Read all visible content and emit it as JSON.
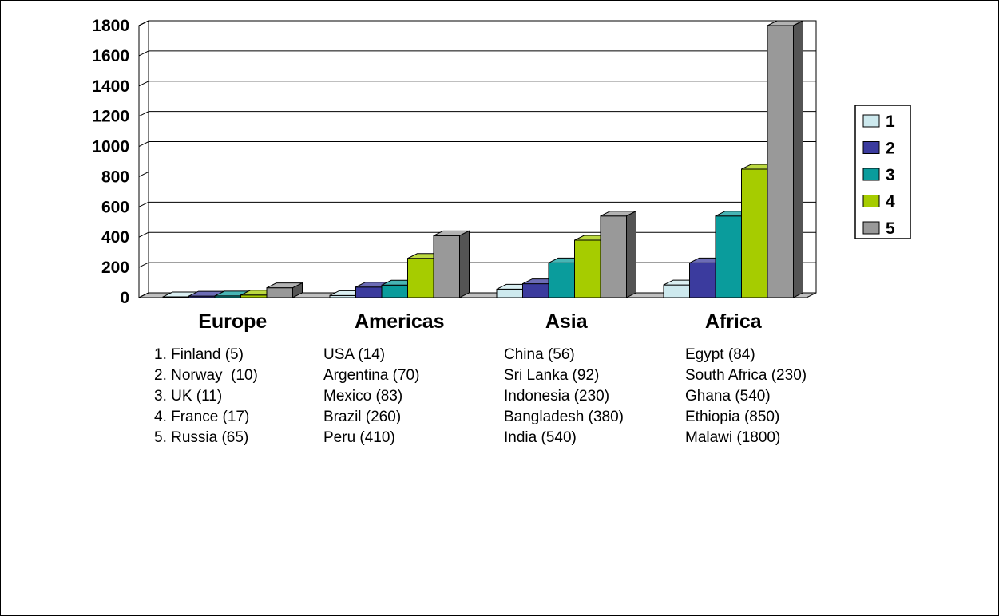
{
  "chart_data": {
    "type": "bar",
    "categories": [
      "Europe",
      "Americas",
      "Asia",
      "Africa"
    ],
    "series": [
      {
        "name": "1",
        "values": [
          5,
          14,
          56,
          84
        ]
      },
      {
        "name": "2",
        "values": [
          10,
          70,
          92,
          230
        ]
      },
      {
        "name": "3",
        "values": [
          11,
          83,
          230,
          540
        ]
      },
      {
        "name": "4",
        "values": [
          17,
          260,
          380,
          850
        ]
      },
      {
        "name": "5",
        "values": [
          65,
          410,
          540,
          1800
        ]
      }
    ],
    "ylim": [
      0,
      1800
    ],
    "yticks": [
      0,
      200,
      400,
      600,
      800,
      1000,
      1200,
      1400,
      1600,
      1800
    ],
    "grid": true,
    "three_d": true,
    "legend_position": "right",
    "colors": [
      "#cde9ee",
      "#3b3b9e",
      "#0a9c9c",
      "#a6cc00",
      "#999999"
    ]
  },
  "countries": [
    [
      "1. Finland (5)",
      "2. Norway  (10)",
      "3. UK (11)",
      "4. France (17)",
      "5. Russia (65)"
    ],
    [
      "USA (14)",
      "Argentina (70)",
      "Mexico (83)",
      "Brazil (260)",
      "Peru (410)"
    ],
    [
      "China (56)",
      "Sri Lanka (92)",
      "Indonesia (230)",
      "Bangladesh (380)",
      "India (540)"
    ],
    [
      "Egypt (84)",
      "South Africa (230)",
      "Ghana (540)",
      "Ethiopia (850)",
      "Malawi (1800)"
    ]
  ]
}
